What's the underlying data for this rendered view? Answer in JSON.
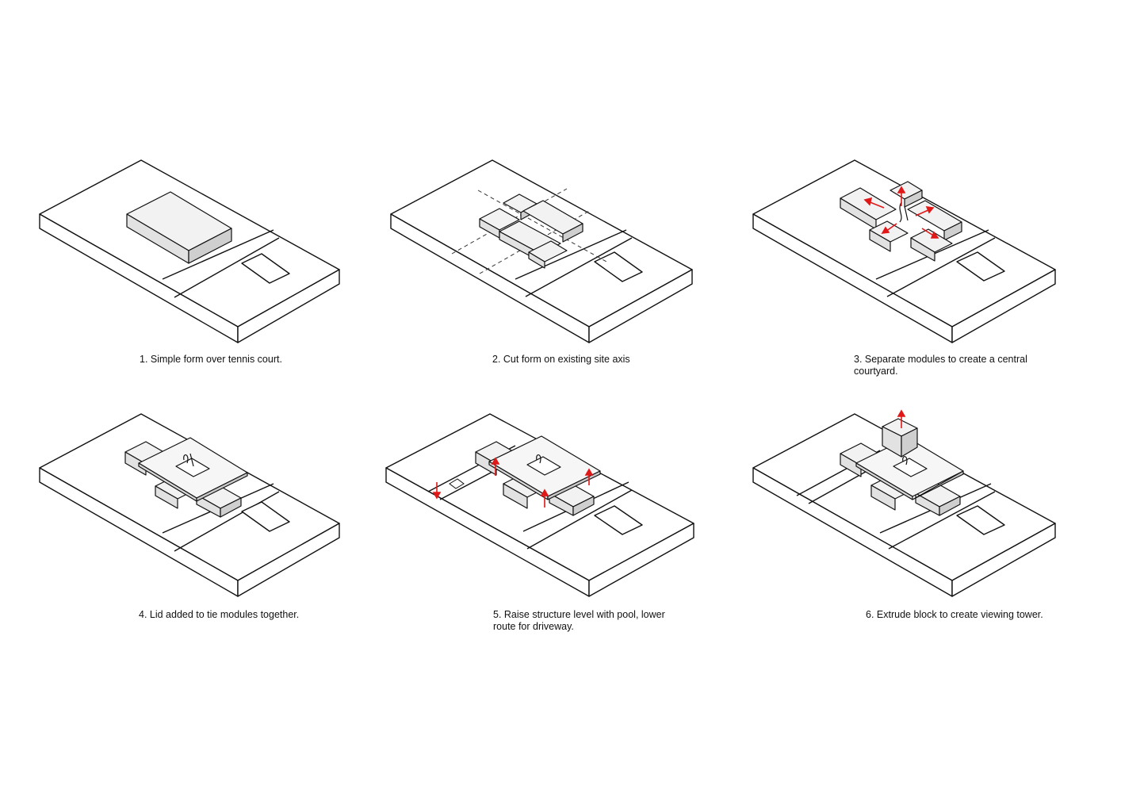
{
  "steps": [
    {
      "caption": "1. Simple form over tennis court."
    },
    {
      "caption": "2. Cut form on existing site axis"
    },
    {
      "caption": "3. Separate modules to create a central courtyard."
    },
    {
      "caption": "4. Lid added to tie modules together."
    },
    {
      "caption": "5. Raise structure level with pool, lower route for driveway."
    },
    {
      "caption": "6. Extrude block to create viewing tower."
    }
  ],
  "colors": {
    "line": "#111111",
    "block_top": "#f2f2f2",
    "block_side": "#d0d0d0",
    "block_front": "#e2e2e2",
    "arrow": "#e01818"
  }
}
